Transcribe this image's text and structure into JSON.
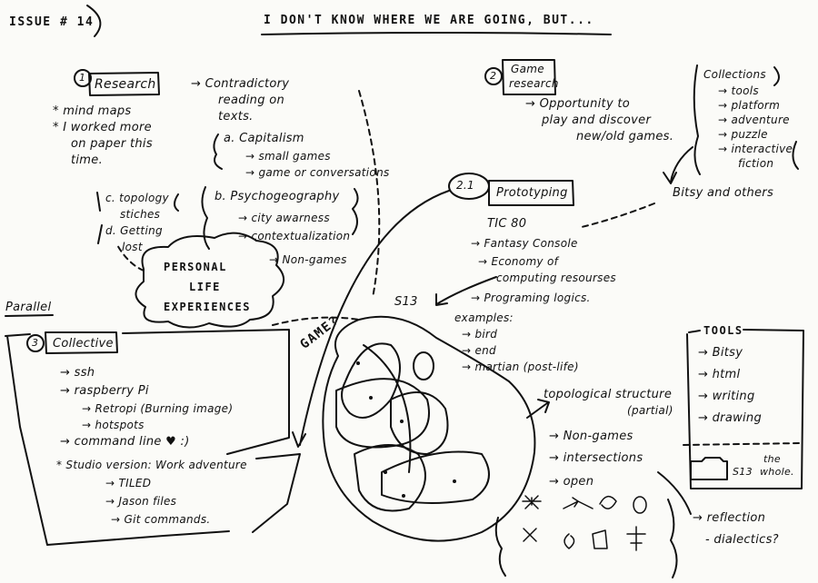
{
  "header": {
    "issue": "ISSUE # 14",
    "title": "I DON'T KNOW WHERE WE ARE GOING, BUT..."
  },
  "research": {
    "number": "1",
    "label": "Research",
    "bullets": [
      "mind maps",
      "I worked more",
      "on paper this",
      "time."
    ],
    "contradictory": [
      "→ Contradictory",
      "reading on",
      "texts."
    ],
    "capitalism": [
      "a. Capitalism",
      "→ small games",
      "→ game or conversations"
    ],
    "psychogeography": [
      "b. Psychogeography",
      "→ city awarness",
      "→ contextualization",
      "→ Non-games"
    ],
    "topology": [
      "c. topology",
      "stiches",
      "d. Getting",
      "lost"
    ]
  },
  "personal": [
    "PERSONAL",
    "LIFE",
    "EXPERIENCES"
  ],
  "game_research": {
    "number": "2",
    "label": [
      "Game",
      "research"
    ],
    "text": [
      "→ Opportunity to",
      "play and discover",
      "new/old games."
    ],
    "collections": [
      "Collections",
      "→ tools",
      "→ platform",
      "→ adventure",
      "→ puzzle",
      "→ interactive",
      "fiction"
    ],
    "bitsy": "Bitsy and others"
  },
  "prototyping": {
    "number": "2.1",
    "label": "Prototyping",
    "tic": "TIC 80",
    "items": [
      "→ Fantasy Console",
      "→ Economy of",
      "computing resourses",
      "→ Programing logics."
    ],
    "examples_label": "examples:",
    "examples": [
      "→ bird",
      "→ end",
      "→ martian (post-life)"
    ]
  },
  "center": {
    "s13": "S13",
    "game": "GAME?",
    "topological": [
      "topological structure",
      "(partial)"
    ],
    "items": [
      "→ Non-games",
      "→ intersections",
      "→ open"
    ],
    "reflection": [
      "→ reflection",
      "- dialectics?"
    ]
  },
  "parallel": {
    "label": "Parallel",
    "number": "3",
    "collective": "Collective",
    "items": [
      "→ ssh",
      "→ raspberry Pi",
      "→ Retropi (Burning image)",
      "→ hotspots",
      "→ command line ♥ :)",
      "* Studio version: Work adventure",
      "→ TILED",
      "→ Jason files",
      "→ Git commands."
    ]
  },
  "tools": {
    "title": "TOOLS",
    "items": [
      "→ Bitsy",
      "→ html",
      "→ writing",
      "→ drawing"
    ],
    "folder_label": "S13",
    "whole": [
      "the",
      "whole."
    ]
  }
}
